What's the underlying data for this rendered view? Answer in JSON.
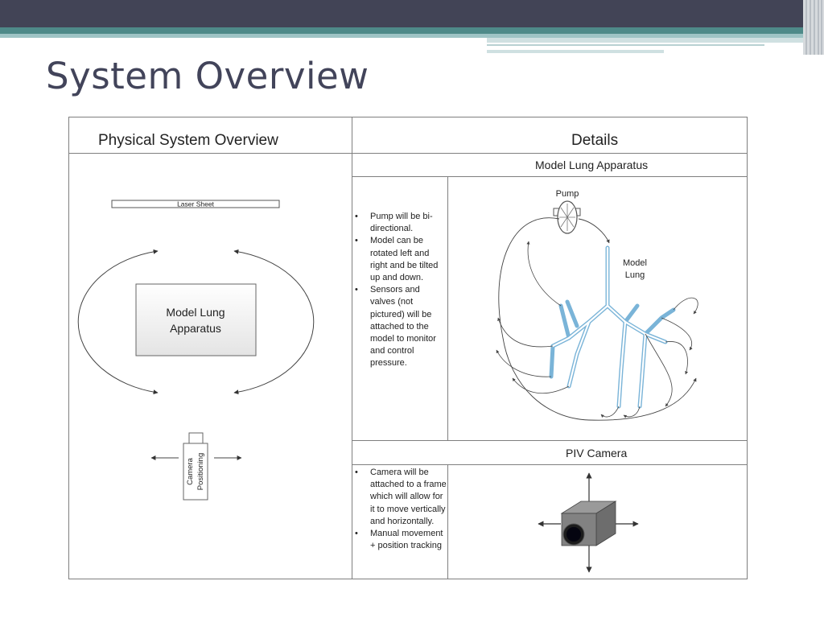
{
  "slide": {
    "title": "System Overview"
  },
  "table": {
    "left_header": "Physical System Overview",
    "right_header": "Details",
    "section1_title": "Model Lung Apparatus",
    "section1_bullets": [
      "Pump will be bi-directional.",
      "Model can be rotated left and right and be tilted up and down.",
      "Sensors and valves (not pictured) will be attached to the model to monitor and control pressure."
    ],
    "section2_title": "PIV Camera",
    "section2_bullets": [
      "Camera will be attached to a frame which will allow for it to move vertically and horizontally.",
      "Manual movement + position tracking"
    ]
  },
  "physical_diagram": {
    "laser_sheet": "Laser Sheet",
    "model_box_line1": "Model Lung",
    "model_box_line2": "Apparatus",
    "camera_line1": "Camera",
    "camera_line2": "Positioning"
  },
  "lung_diagram": {
    "pump_label": "Pump",
    "model_lung_line1": "Model",
    "model_lung_line2": "Lung"
  }
}
